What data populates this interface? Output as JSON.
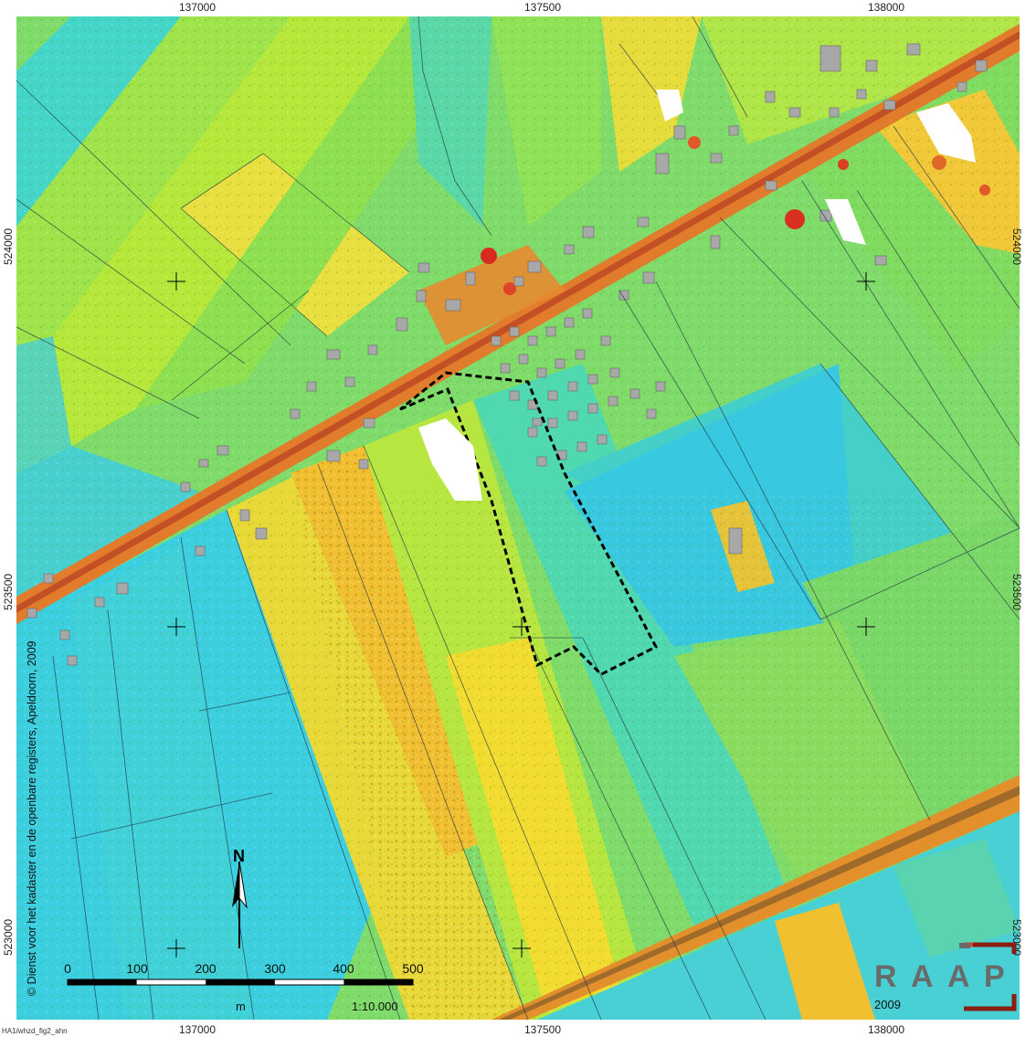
{
  "map": {
    "grid_x_labels": [
      "137000",
      "137500",
      "138000"
    ],
    "grid_y_labels": [
      "524000",
      "523500",
      "523000"
    ],
    "credit": "© Dienst voor het kadaster en de openbare registers, Apeldoorn, 2009",
    "file_id": "HA1/whzd_fig2_ahn",
    "colors": {
      "low": "#1ec8e6",
      "mid_low": "#3ad8b0",
      "mid": "#b8e63a",
      "high": "#f2dc30",
      "higher": "#e8902a",
      "highest": "#d83020",
      "buildings": "#a8a8a8",
      "no_data": "#ffffff",
      "study_area_outline": "#000000"
    }
  },
  "scale_bar": {
    "labels": [
      "0",
      "100",
      "200",
      "300",
      "400",
      "500"
    ],
    "unit": "m",
    "ratio": "1:10.000"
  },
  "north_arrow": {
    "label": "N"
  },
  "logo": {
    "letters": [
      "R",
      "A",
      "A",
      "P"
    ],
    "year": "2009"
  }
}
